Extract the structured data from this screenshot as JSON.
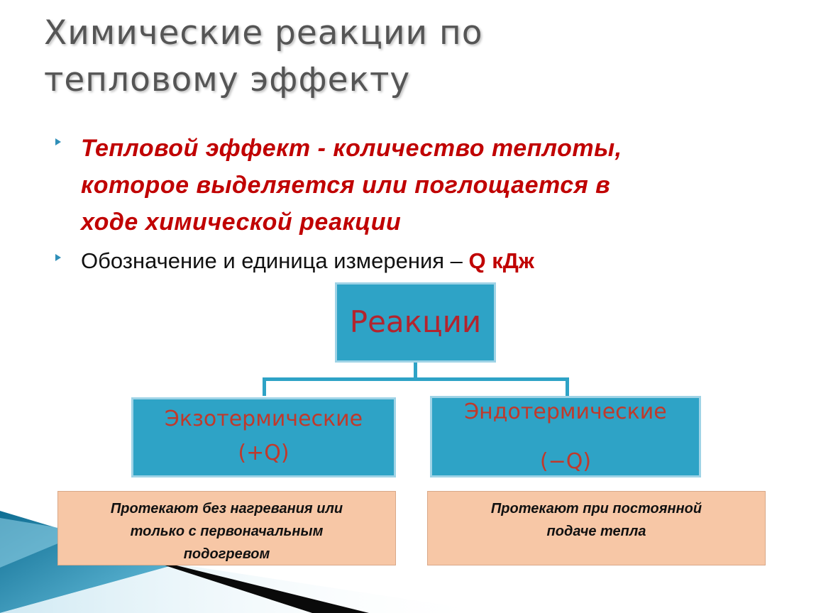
{
  "title": "Химические реакции по\nтепловому эффекту",
  "bullets": {
    "definition": "Тепловой эффект - количество теплоты,\nкоторое выделяется или поглощается в\nходе химической реакции",
    "notation_text": "Обозначение и единица измерения – ",
    "notation_unit": "Q кДж"
  },
  "diagram": {
    "root": "Реакции",
    "exo": {
      "name": "Экзотермические",
      "sign": "(+Q)"
    },
    "endo": {
      "name": "Эндотермические",
      "sign": "(−Q)"
    },
    "exo_note": "Протекают без нагревания или\nтолько с первоначальным\nподогревом",
    "endo_note": "Протекают при постоянной\nподаче тепла"
  },
  "colors": {
    "accent_red": "#c00000",
    "box_blue": "#2ea3c6",
    "note_peach": "#f7c7a6",
    "bullet_blue": "#2f8fb8"
  }
}
